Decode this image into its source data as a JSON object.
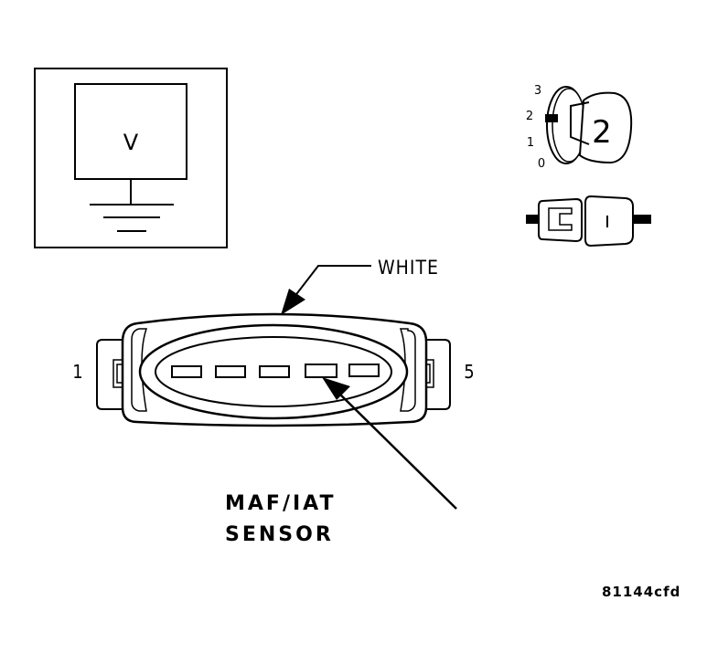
{
  "voltmeter": {
    "symbol": "V"
  },
  "ignition": {
    "positions": [
      "3",
      "2",
      "1",
      "0"
    ],
    "selected_position": "2"
  },
  "connector": {
    "wire_color": "WHITE",
    "pin_left": "1",
    "pin_right": "5",
    "pin_count": 5
  },
  "component": {
    "line1": "MAF/IAT",
    "line2": "SENSOR"
  },
  "figure_id": "81144cfd"
}
